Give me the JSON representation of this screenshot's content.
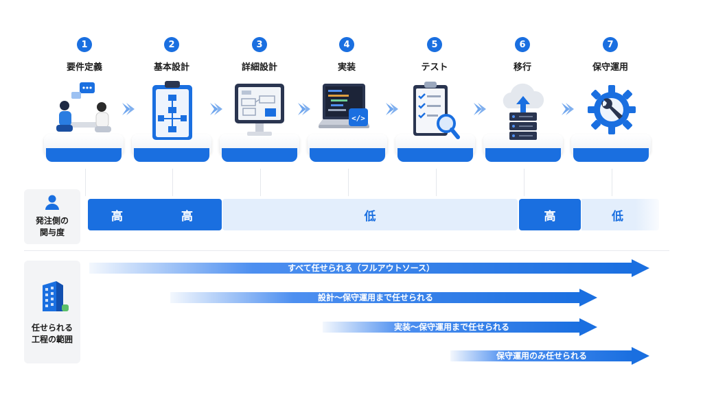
{
  "steps": [
    {
      "num": "1",
      "label": "要件定義",
      "icon": "meeting-icon"
    },
    {
      "num": "2",
      "label": "基本設計",
      "icon": "flowchart-clipboard-icon"
    },
    {
      "num": "3",
      "label": "詳細設計",
      "icon": "monitor-diagram-icon"
    },
    {
      "num": "4",
      "label": "実装",
      "icon": "laptop-code-icon"
    },
    {
      "num": "5",
      "label": "テスト",
      "icon": "checklist-magnifier-icon"
    },
    {
      "num": "6",
      "label": "移行",
      "icon": "cloud-server-upload-icon"
    },
    {
      "num": "7",
      "label": "保守運用",
      "icon": "gear-wrench-icon"
    }
  ],
  "involvement": {
    "title_line1": "発注側の",
    "title_line2": "関与度",
    "icon": "person-icon",
    "cells": [
      {
        "text": "高",
        "level": "high"
      },
      {
        "text": "高",
        "level": "high"
      },
      {
        "text": "低",
        "level": "low"
      },
      {
        "text": "高",
        "level": "high"
      },
      {
        "text": "低",
        "level": "low"
      }
    ]
  },
  "scope": {
    "title_line1": "任せられる",
    "title_line2": "工程の範囲",
    "icon": "office-building-icon",
    "arrows": [
      {
        "label": "すべて任せられる（フルアウトソース）"
      },
      {
        "label": "設計〜保守運用まで任せられる"
      },
      {
        "label": "実装〜保守運用まで任せられる"
      },
      {
        "label": "保守運用のみ任せられる"
      }
    ]
  },
  "colors": {
    "accent": "#1a6fe0",
    "light": "#e3eefc",
    "panel": "#f3f4f6"
  }
}
